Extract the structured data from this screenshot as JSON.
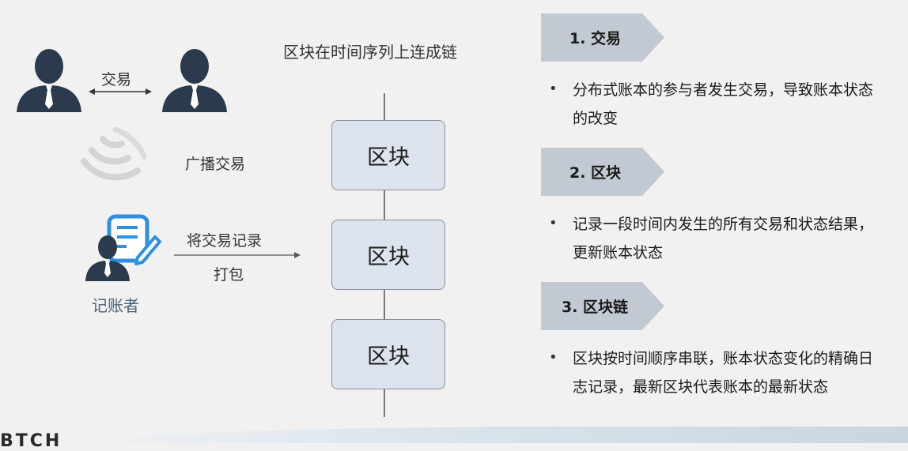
{
  "left": {
    "trade_label": "交易",
    "broadcast_label": "广播交易",
    "pack_label_line1": "将交易记录",
    "pack_label_line2": "打包",
    "recorder_label": "记账者"
  },
  "center": {
    "title": "区块在时间序列上连成链",
    "blocks": [
      "区块",
      "区块",
      "区块"
    ]
  },
  "right": {
    "sections": [
      {
        "tag": "1. 交易",
        "bullet": "分布式账本的参与者发生交易，导致账本状态的改变"
      },
      {
        "tag": "2. 区块",
        "bullet": "记录一段时间内发生的所有交易和状态结果，更新账本状态"
      },
      {
        "tag": "3. 区块链",
        "bullet": "区块按时间顺序串联，账本状态变化的精确日志记录，最新区块代表账本的最新状态"
      }
    ]
  },
  "footer": {
    "logo_text": "BTCH"
  },
  "colors": {
    "background": "#f1f1f1",
    "person": "#2b3a4c",
    "tie": "#ffffff",
    "block_fill": "#dde3ec",
    "block_border": "#8a8f98",
    "tag_fill": "#c3c9d2",
    "document_icon": "#2f8fe0",
    "broadcast": "#cfcfcf"
  },
  "icons": [
    "person-icon",
    "broadcast-icon",
    "document-edit-icon"
  ]
}
